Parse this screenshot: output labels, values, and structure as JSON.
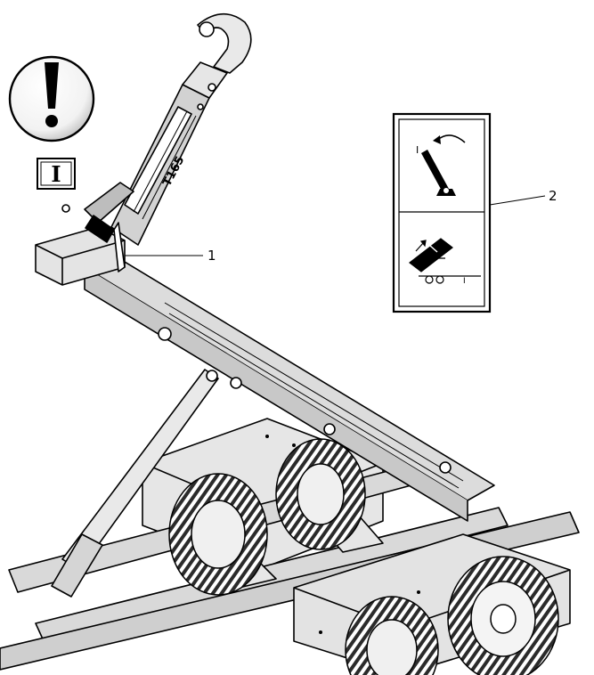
{
  "warning_badge": {
    "glyph": "I"
  },
  "callouts": [
    {
      "label": "1",
      "target": "hydraulic-lever"
    },
    {
      "label": "2",
      "target": "control-decal"
    }
  ],
  "decal": {
    "lever_mark": "I",
    "tipper_mark": "I"
  },
  "colors": {
    "line": "#000000",
    "paper": "#ffffff",
    "metal": "#d9d9d9",
    "metal_dark": "#bdbdbd",
    "tire": "#2b2b2b"
  }
}
